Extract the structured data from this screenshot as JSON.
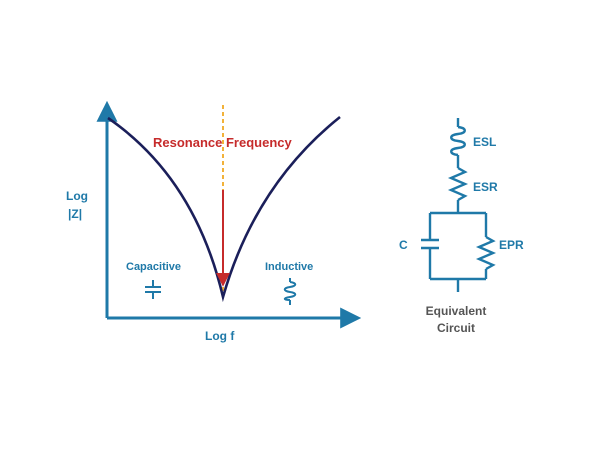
{
  "colors": {
    "blue": "#1f79a8",
    "navy": "#1b1f5a",
    "red": "#c62b2b",
    "marker": "#f2b23a",
    "gray": "#555555",
    "background": "#ffffff"
  },
  "plot": {
    "y_axis_label_line1": "Log",
    "y_axis_label_line2": "|Z|",
    "x_axis_label": "Log f",
    "resonance_label": "Resonance Frequency",
    "capacitive_label": "Capacitive",
    "inductive_label": "Inductive",
    "capacitor_icon": "capacitor-symbol-icon",
    "inductor_icon": "inductor-coil-icon"
  },
  "circuit": {
    "esl_label": "ESL",
    "esr_label": "ESR",
    "c_label": "C",
    "epr_label": "EPR",
    "title_line1": "Equivalent",
    "title_line2": "Circuit"
  }
}
